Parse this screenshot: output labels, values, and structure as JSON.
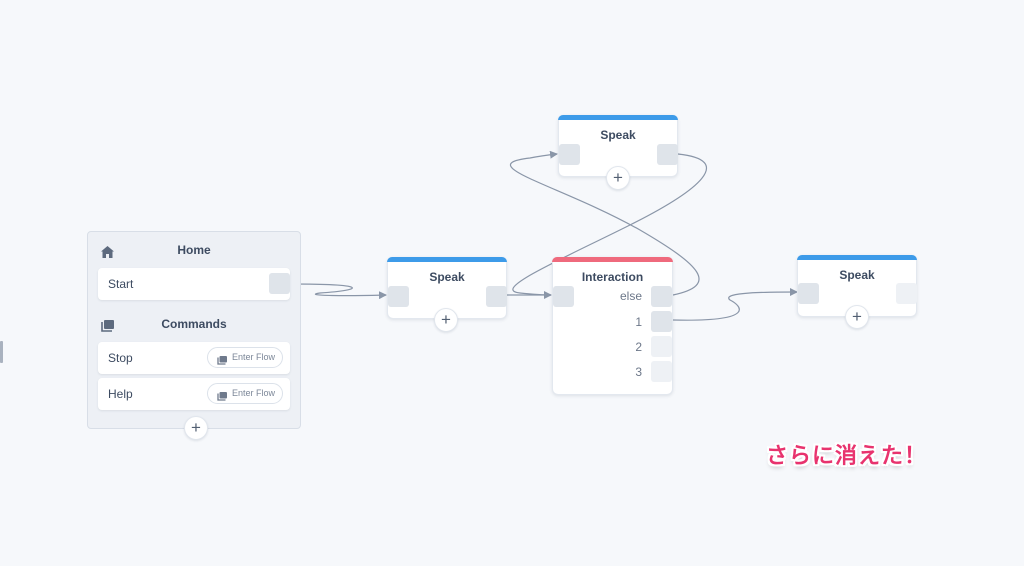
{
  "home": {
    "title": "Home",
    "start_label": "Start",
    "commands_title": "Commands",
    "commands": [
      {
        "label": "Stop",
        "action": "Enter Flow"
      },
      {
        "label": "Help",
        "action": "Enter Flow"
      }
    ],
    "add": "+"
  },
  "blocks": {
    "speak_top": {
      "title": "Speak",
      "add": "+"
    },
    "speak_mid": {
      "title": "Speak",
      "add": "+"
    },
    "interaction": {
      "title": "Interaction",
      "branches": [
        "else",
        "1",
        "2",
        "3"
      ]
    },
    "speak_right": {
      "title": "Speak",
      "add": "+"
    }
  },
  "colors": {
    "speak_accent": "#3d9be9",
    "interaction_accent": "#ef6a7d",
    "annotation": "#e8336e"
  },
  "icons": {
    "home": "home-icon",
    "commands": "layers-icon",
    "enter_flow": "layers-icon"
  },
  "annotation": "さらに消えた！"
}
